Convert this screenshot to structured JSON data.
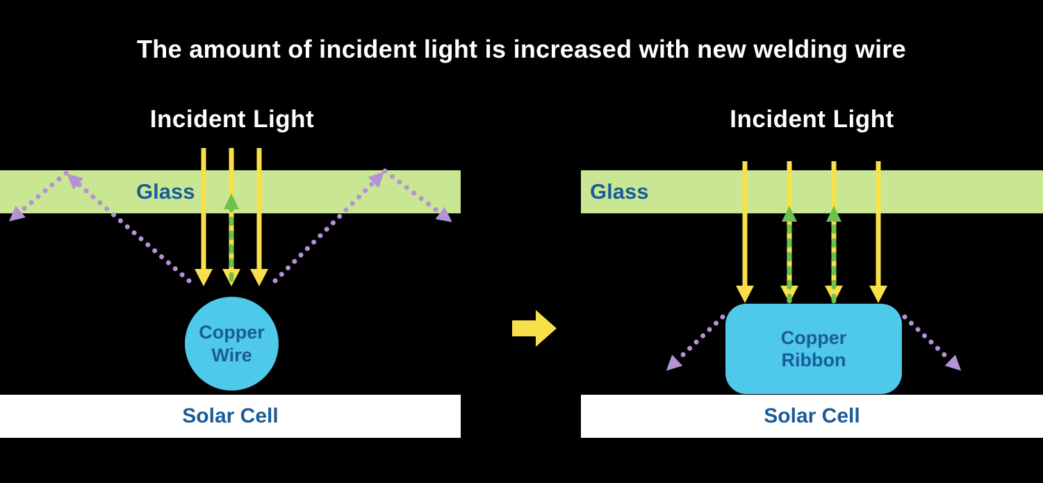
{
  "title": "The amount of incident light is increased with new welding wire",
  "colors": {
    "background": "#000000",
    "title_text": "#ffffff",
    "glass_fill": "#c9e693",
    "ink_blue": "#1a5c99",
    "yellow": "#f8e04b",
    "green": "#6fc14b",
    "purple": "#b392d6",
    "cyan": "#4ec9ea",
    "solar_fill": "#ffffff"
  },
  "left_panel": {
    "incident_light_label": "Incident Light",
    "glass_label": "Glass",
    "conductor_line1": "Copper",
    "conductor_line2": "Wire",
    "solar_cell_label": "Solar Cell"
  },
  "right_panel": {
    "incident_light_label": "Incident Light",
    "glass_label": "Glass",
    "conductor_line1": "Copper",
    "conductor_line2": "Ribbon",
    "solar_cell_label": "Solar Cell"
  }
}
